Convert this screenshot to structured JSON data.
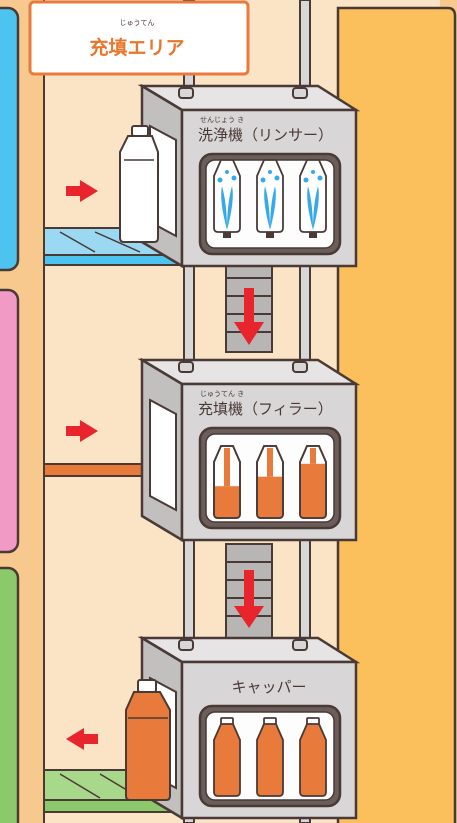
{
  "area_sign": {
    "title": "充填エリア",
    "ruby": "じゅうてん"
  },
  "machines": [
    {
      "label": "洗浄機（リンサー）",
      "ruby": "せんじょう き",
      "kind": "rinse"
    },
    {
      "label": "充填機（フィラー）",
      "ruby": "じゅうてん き",
      "kind": "fill"
    },
    {
      "label": "キャッパー",
      "ruby": "",
      "kind": "cap"
    }
  ],
  "colors": {
    "outline": "#4a3a36",
    "machine_front": "#d8d6d6",
    "machine_side": "#c2bfbf",
    "machine_top": "#e6e4e4",
    "arrow": "#e8242c",
    "water": "#36a9e8",
    "tea": "#e87a3c",
    "panel_blue": "#4dc3f0",
    "panel_pink": "#f29ac6",
    "panel_green": "#8cc96a",
    "wall_orange": "#fbbf5c",
    "conveyor_blue": "#9bd8f2",
    "conveyor_green": "#a8d98a"
  }
}
